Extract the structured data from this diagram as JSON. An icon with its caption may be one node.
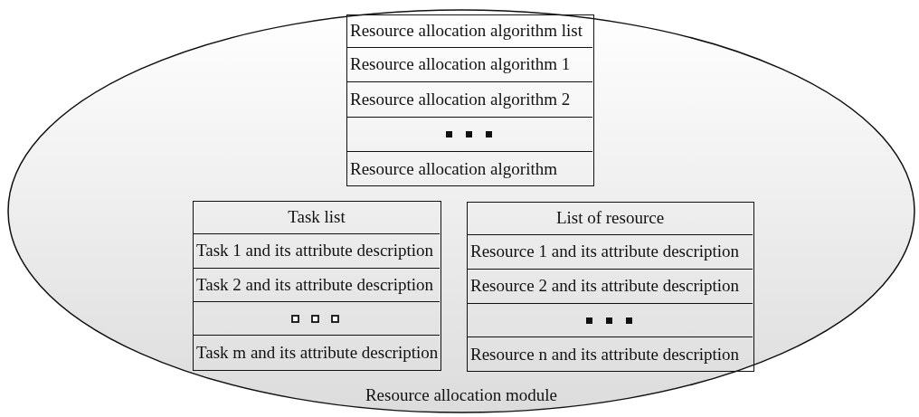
{
  "diagram": {
    "nodes": [
      {
        "text": [
          "Resource allocation module"
        ]
      },
      {
        "text": [],
        "shape": "box",
        "in": 0
      },
      {
        "text": [
          "Resource allocation algorithm list"
        ],
        "in": 1
      },
      {
        "text": [
          "Resource allocation algorithm 1"
        ],
        "in": 1
      },
      {
        "text": [
          "Resource allocation algorithm 2"
        ],
        "in": 1
      },
      {
        "text": [],
        "shape": "box",
        "in": 1
      },
      {
        "text": [
          "Resource allocation algorithm"
        ],
        "in": 1
      },
      {
        "text": [],
        "shape": "box",
        "in": 0
      },
      {
        "text": [
          "Task list"
        ],
        "in": 7
      },
      {
        "text": [
          "Task 1 and its attribute description"
        ],
        "in": 7
      },
      {
        "text": [
          "Task 2 and its attribute description"
        ],
        "in": 7
      },
      {
        "text": [],
        "shape": "box",
        "in": 7
      },
      {
        "text": [
          "Task m and its attribute description"
        ],
        "in": 7
      },
      {
        "text": [],
        "shape": "box",
        "in": 0
      },
      {
        "text": [
          "List of resource"
        ],
        "in": 13
      },
      {
        "text": [
          "Resource 1 and its attribute description"
        ],
        "in": 13
      },
      {
        "text": [
          "Resource 2 and its attribute description"
        ],
        "in": 13
      },
      {
        "text": [],
        "shape": "box",
        "in": 13
      },
      {
        "text": [
          "Resource n and its attribute description"
        ],
        "in": 13
      }
    ]
  }
}
